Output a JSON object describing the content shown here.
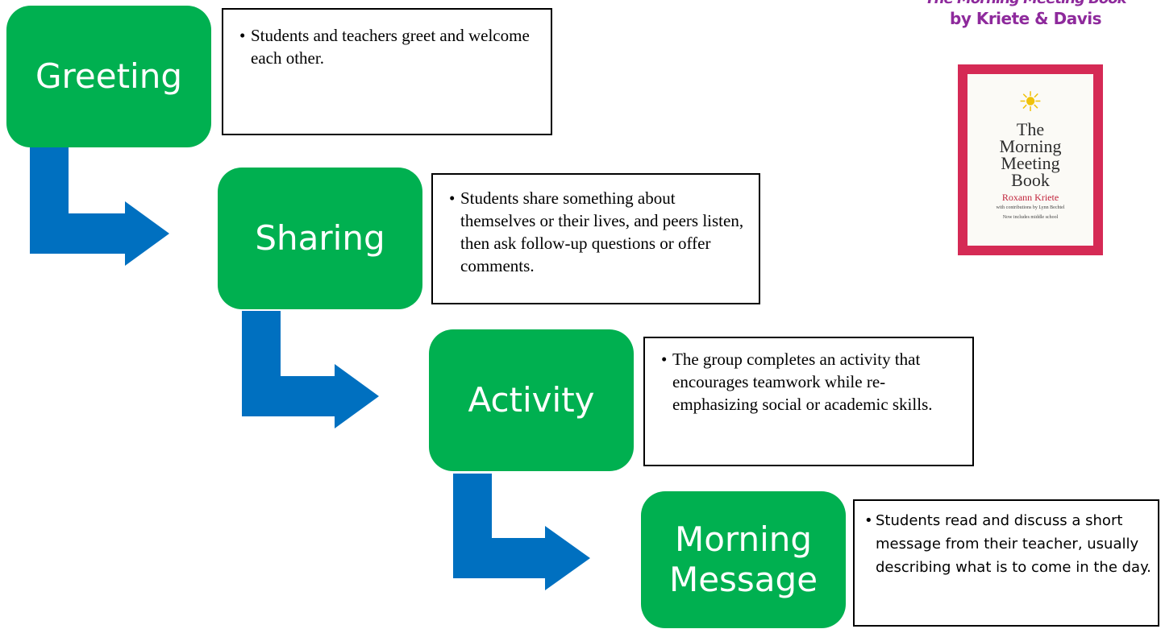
{
  "header": {
    "book_title": "The Morning Meeting Book",
    "book_authors": "by Kriete & Davis"
  },
  "book_cover": {
    "title_line1": "The",
    "title_line2": "Morning",
    "title_line3": "Meeting",
    "title_line4": "Book",
    "author": "Roxann Kriete",
    "contributions": "with contributions by Lynn Bechtel",
    "note": "Now includes middle school",
    "colors": {
      "frame": "#d52a55",
      "page": "#fbfaf6",
      "author": "#c0223a"
    }
  },
  "steps": [
    {
      "label": "Greeting",
      "description": "Students and teachers greet and welcome each other."
    },
    {
      "label": "Sharing",
      "description": "Students share something about themselves or their lives, and peers listen, then ask follow-up questions or offer comments."
    },
    {
      "label": "Activity",
      "description": "The group completes an activity that encourages teamwork while re-emphasizing social or academic skills."
    },
    {
      "label": "Morning Message",
      "description": "Students read and discuss a short message from their teacher, usually describing what is to come in the day."
    }
  ],
  "colors": {
    "step_fill": "#00b050",
    "arrow_fill": "#0070c0",
    "title": "#8e2a9c"
  }
}
